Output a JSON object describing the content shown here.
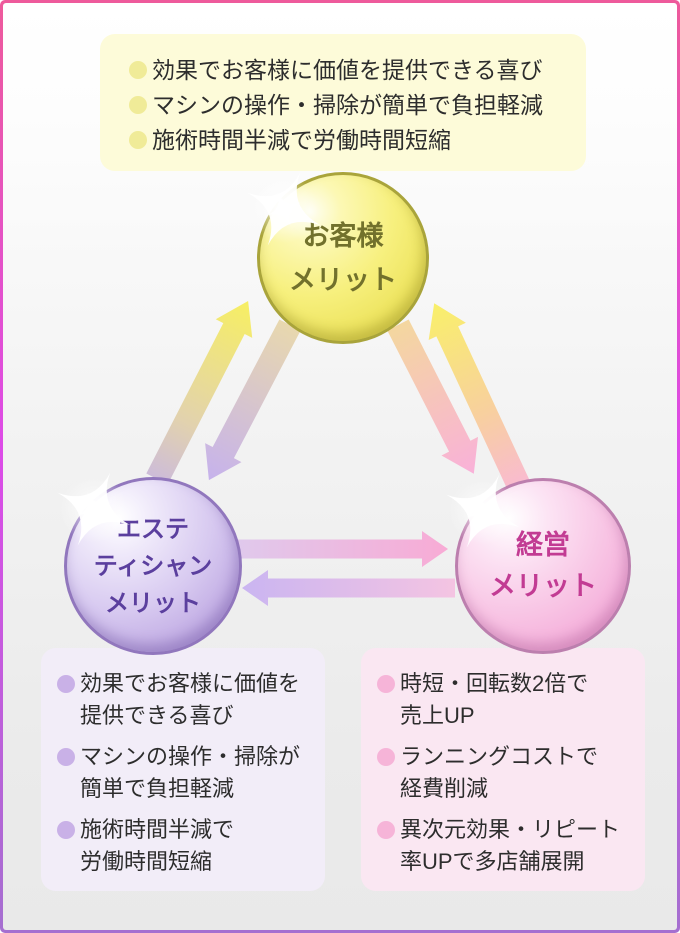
{
  "frame": {
    "border_gradient": [
      "#ee5a9b",
      "#dd4be8",
      "#a56fd0"
    ],
    "background_top": "#ffffff",
    "background_bottom": "#e9e9e9"
  },
  "customer_box": {
    "bg": "#fdfbd9",
    "bullet_color": "#f0eb98",
    "text_color": "#2d2d2d",
    "items": [
      "効果でお客様に価値を提供できる喜び",
      "マシンの操作・掃除が簡単で負担軽減",
      "施術時間半減で労働時間短縮"
    ]
  },
  "circles": {
    "customer": {
      "label": "お客様\nメリット",
      "text_color": "#72712c",
      "fill_light": "#fdf9b6",
      "fill_deep": "#e3d94f",
      "rim": "#a9a43b"
    },
    "esthetician": {
      "label": "エステ\nティシャン\nメリット",
      "text_color": "#5b3f9e",
      "fill_light": "#efe9fa",
      "fill_deep": "#ad95d8",
      "rim": "#9177bd"
    },
    "management": {
      "label": "経営\nメリット",
      "text_color": "#c23b93",
      "fill_light": "#fce4f4",
      "fill_deep": "#ef9dd2",
      "rim": "#bc7fae"
    }
  },
  "esthetician_box": {
    "bg": "#f2edf8",
    "bullet_color": "#c9b1e7",
    "text_color": "#2d2d2d",
    "items": [
      "効果でお客様に価値を\n提供できる喜び",
      "マシンの操作・掃除が\n簡単で負担軽減",
      "施術時間半減で\n労働時間短縮"
    ]
  },
  "management_box": {
    "bg": "#fae7f2",
    "bullet_color": "#f6b4d8",
    "text_color": "#2d2d2d",
    "items": [
      "時短・回転数2倍で\n売上UP",
      "ランニングコストで\n経費削減",
      "異次元効果・リピート\n率UPで多店舗展開"
    ]
  },
  "arrows": {
    "esthetician_to_customer": {
      "from": "エステティシャンメリット",
      "to": "お客様メリット",
      "colors": [
        "#cdbcd9",
        "#e2d2ae",
        "#f7ef63"
      ]
    },
    "customer_to_esthetician": {
      "from": "お客様メリット",
      "to": "エステティシャンメリット",
      "colors": [
        "#e8d8ae",
        "#c6b2ec"
      ]
    },
    "customer_to_management": {
      "from": "お客様メリット",
      "to": "経営メリット",
      "colors": [
        "#f4d79f",
        "#f9b1d9"
      ]
    },
    "management_to_customer": {
      "from": "経営メリット",
      "to": "お客様メリット",
      "colors": [
        "#f9b6da",
        "#f8d09e",
        "#f9f06a"
      ]
    },
    "esthetician_to_management": {
      "from": "エステティシャンメリット",
      "to": "経営メリット",
      "colors": [
        "#e0c9ec",
        "#f8abd5"
      ]
    },
    "management_to_esthetician": {
      "from": "経営メリット",
      "to": "エステティシャンメリット",
      "colors": [
        "#f4c4e2",
        "#cab5f1"
      ]
    }
  }
}
